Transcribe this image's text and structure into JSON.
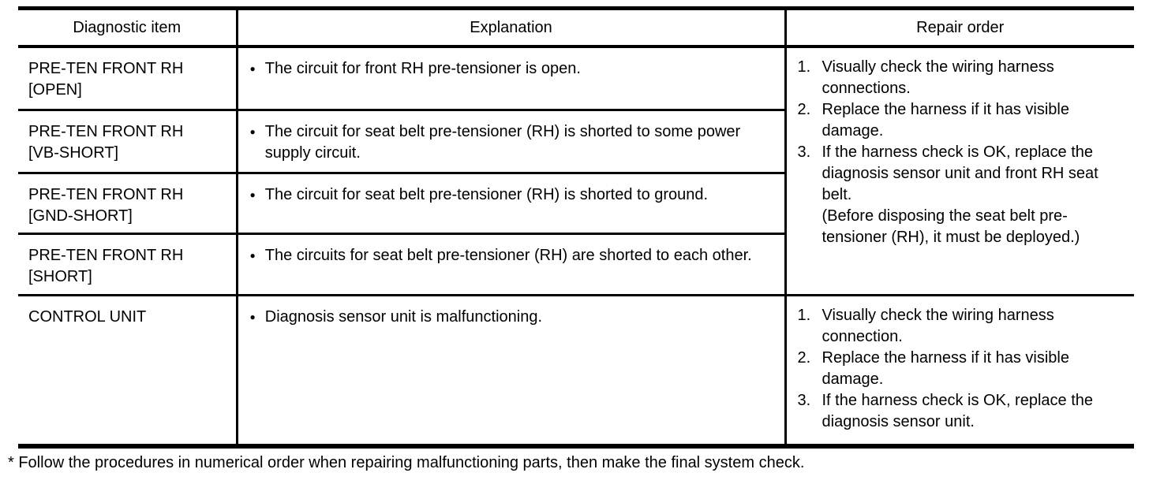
{
  "table": {
    "headers": [
      "Diagnostic item",
      "Explanation",
      "Repair order"
    ],
    "rows": [
      {
        "item": "PRE-TEN FRONT RH\n[OPEN]",
        "explanation": "The circuit for front RH pre-tensioner is open."
      },
      {
        "item": "PRE-TEN FRONT RH\n[VB-SHORT]",
        "explanation": "The circuit for seat belt pre-tensioner (RH) is shorted to some power supply circuit."
      },
      {
        "item": "PRE-TEN FRONT RH\n[GND-SHORT]",
        "explanation": "The circuit for seat belt pre-tensioner (RH) is shorted to ground."
      },
      {
        "item": "PRE-TEN FRONT RH\n[SHORT]",
        "explanation": "The circuits for seat belt pre-tensioner (RH) are shorted to each other."
      },
      {
        "item": "CONTROL UNIT",
        "explanation": "Diagnosis sensor unit is malfunctioning."
      }
    ],
    "repair_groups": [
      {
        "steps": [
          "Visually check the wiring harness connections.",
          "Replace the harness if it has visible damage.",
          "If the harness check is OK, replace the diagnosis sensor unit and front RH seat belt.\n(Before disposing the seat belt pre-tensioner (RH), it must be deployed.)"
        ]
      },
      {
        "steps": [
          "Visually check the wiring harness connection.",
          "Replace the harness if it has visible damage.",
          "If the harness check is OK, replace the diagnosis sensor unit."
        ]
      }
    ],
    "bullet_glyph": "●"
  },
  "footnote": "* Follow the procedures in numerical order when repairing malfunctioning parts, then make the final system check.",
  "colors": {
    "text": "#000000",
    "background": "#ffffff",
    "border": "#000000"
  }
}
